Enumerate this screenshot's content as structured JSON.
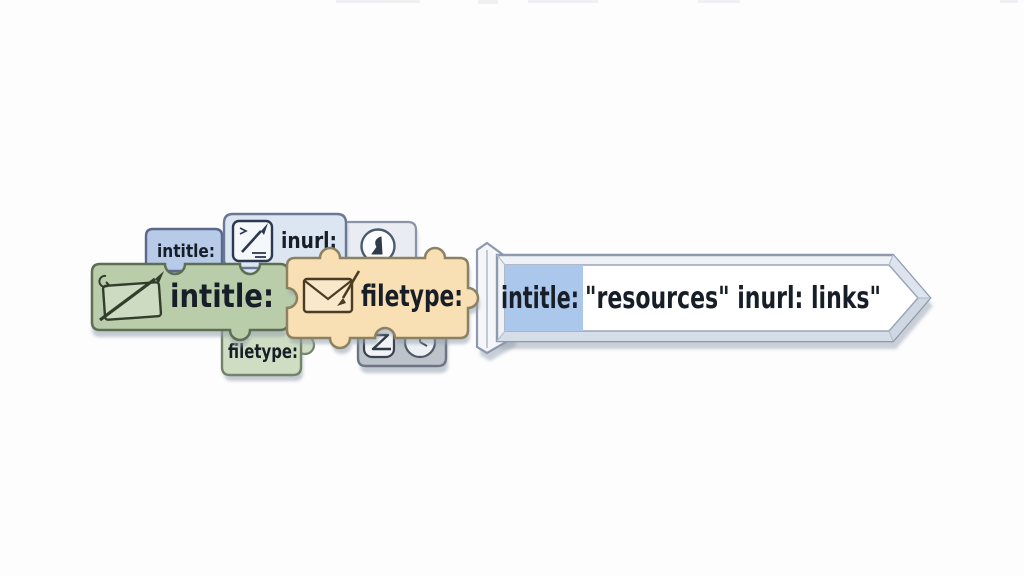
{
  "illustration": {
    "description": "Search operator puzzle pieces connecting into an arrow-shaped search bar"
  },
  "pieces": {
    "intitle_small": {
      "label": "intitle:",
      "fill": "#b7cbe9"
    },
    "inurl": {
      "label": "inurl:",
      "fill": "#dce5f2"
    },
    "circle_badge": {
      "fill": "#e9edf3"
    },
    "intitle_main": {
      "label": "intitle:",
      "fill": "#b9cdab"
    },
    "filetype_main": {
      "label": "filetype:",
      "fill": "#f8dfb4"
    },
    "filetype_small": {
      "label": "filetype:",
      "fill": "#cfdec2"
    },
    "icon_tray": {
      "fill": "#bcc3ca"
    }
  },
  "search_bar": {
    "operator": "intitle:",
    "query": "\"resources\"  inurl: links\"",
    "highlight_fill": "#abc7ec",
    "body_fill": "#ffffff",
    "bevel_fill": "#eef2f7"
  },
  "colors": {
    "shadow": "#94a0ae",
    "text": "#181e28"
  }
}
